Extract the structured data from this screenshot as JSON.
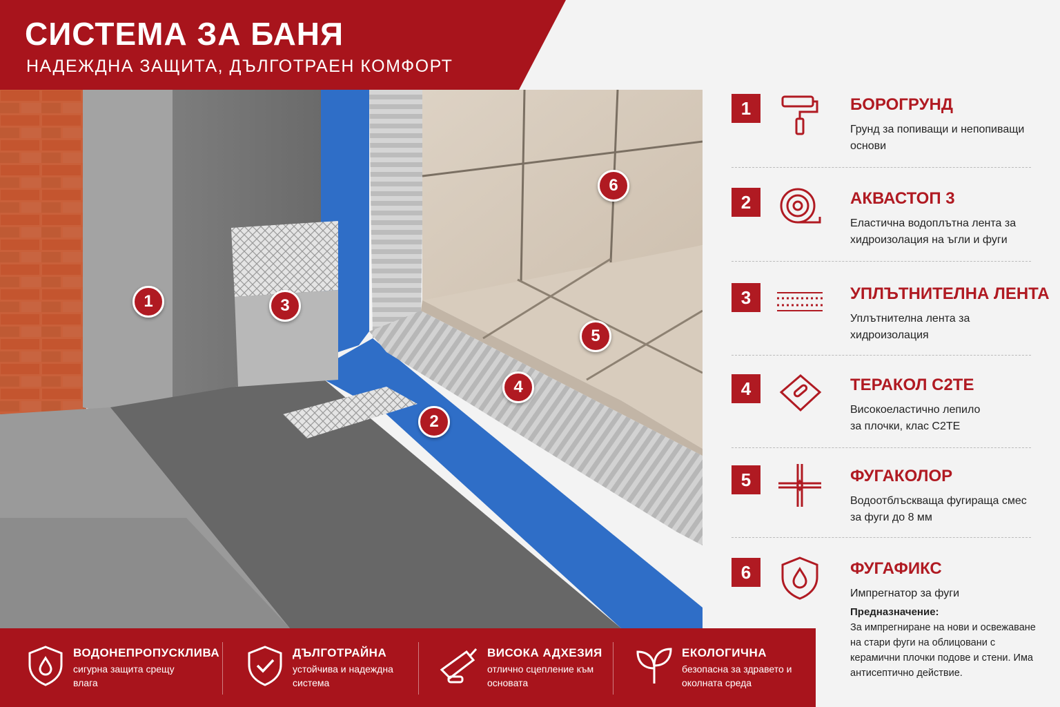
{
  "header": {
    "title": "СИСТЕМА ЗА БАНЯ",
    "subtitle": "НАДЕЖДНА ЗАЩИТА, ДЪЛГОТРАЕН КОМФОРТ"
  },
  "colors": {
    "brand_red": "#b01a22",
    "band_red": "#a8141c",
    "membrane_blue": "#2f6ec7"
  },
  "markers": [
    "1",
    "2",
    "3",
    "4",
    "5",
    "6"
  ],
  "products": [
    {
      "num": "1",
      "name": "БОРОГРУНД",
      "desc": "Грунд за попиващи и непопиващи основи",
      "icon": "paint-roller-icon"
    },
    {
      "num": "2",
      "name": "АКВАСТОП 3",
      "desc": "Еластична водоплътна лента за хидроизолация на ъгли и фуги",
      "icon": "tape-roll-icon"
    },
    {
      "num": "3",
      "name": "УПЛЪТНИТЕЛНА ЛЕНТА",
      "desc": "Уплътнителна лента за хидроизолация",
      "icon": "mesh-tape-icon"
    },
    {
      "num": "4",
      "name": "ТЕРАКОЛ C2TE",
      "desc": "Високоеластично лепило за плочки, клас C2TE",
      "icon": "notched-trowel-icon"
    },
    {
      "num": "5",
      "name": "ФУГАКОЛОР",
      "desc": "Водоотблъскваща фугираща смес за фуги до 8 мм",
      "icon": "grout-joint-icon"
    },
    {
      "num": "6",
      "name": "ФУГАФИКС",
      "desc": "Импрегнатор за фуги",
      "icon": "shield-drop-icon",
      "purpose_label": "Предназначение:",
      "purpose_text": "За импрегниране на нови и освежаване на стари фуги на облицовани с керамични плочки подове и стени. Има антисептично действие."
    }
  ],
  "features": [
    {
      "title": "ВОДОНЕПРОПУСКЛИВА",
      "desc": "сигурна защита срещу влага",
      "icon": "shield-drop-icon"
    },
    {
      "title": "ДЪЛГОТРАЙНА",
      "desc": "устойчива и надеждна система",
      "icon": "shield-check-icon"
    },
    {
      "title": "ВИСОКА АДХЕЗИЯ",
      "desc": "отлично сцепление към основата",
      "icon": "trowel-icon"
    },
    {
      "title": "ЕКОЛОГИЧНА",
      "desc": "безопасна за здравето и околната среда",
      "icon": "leaves-icon"
    }
  ]
}
